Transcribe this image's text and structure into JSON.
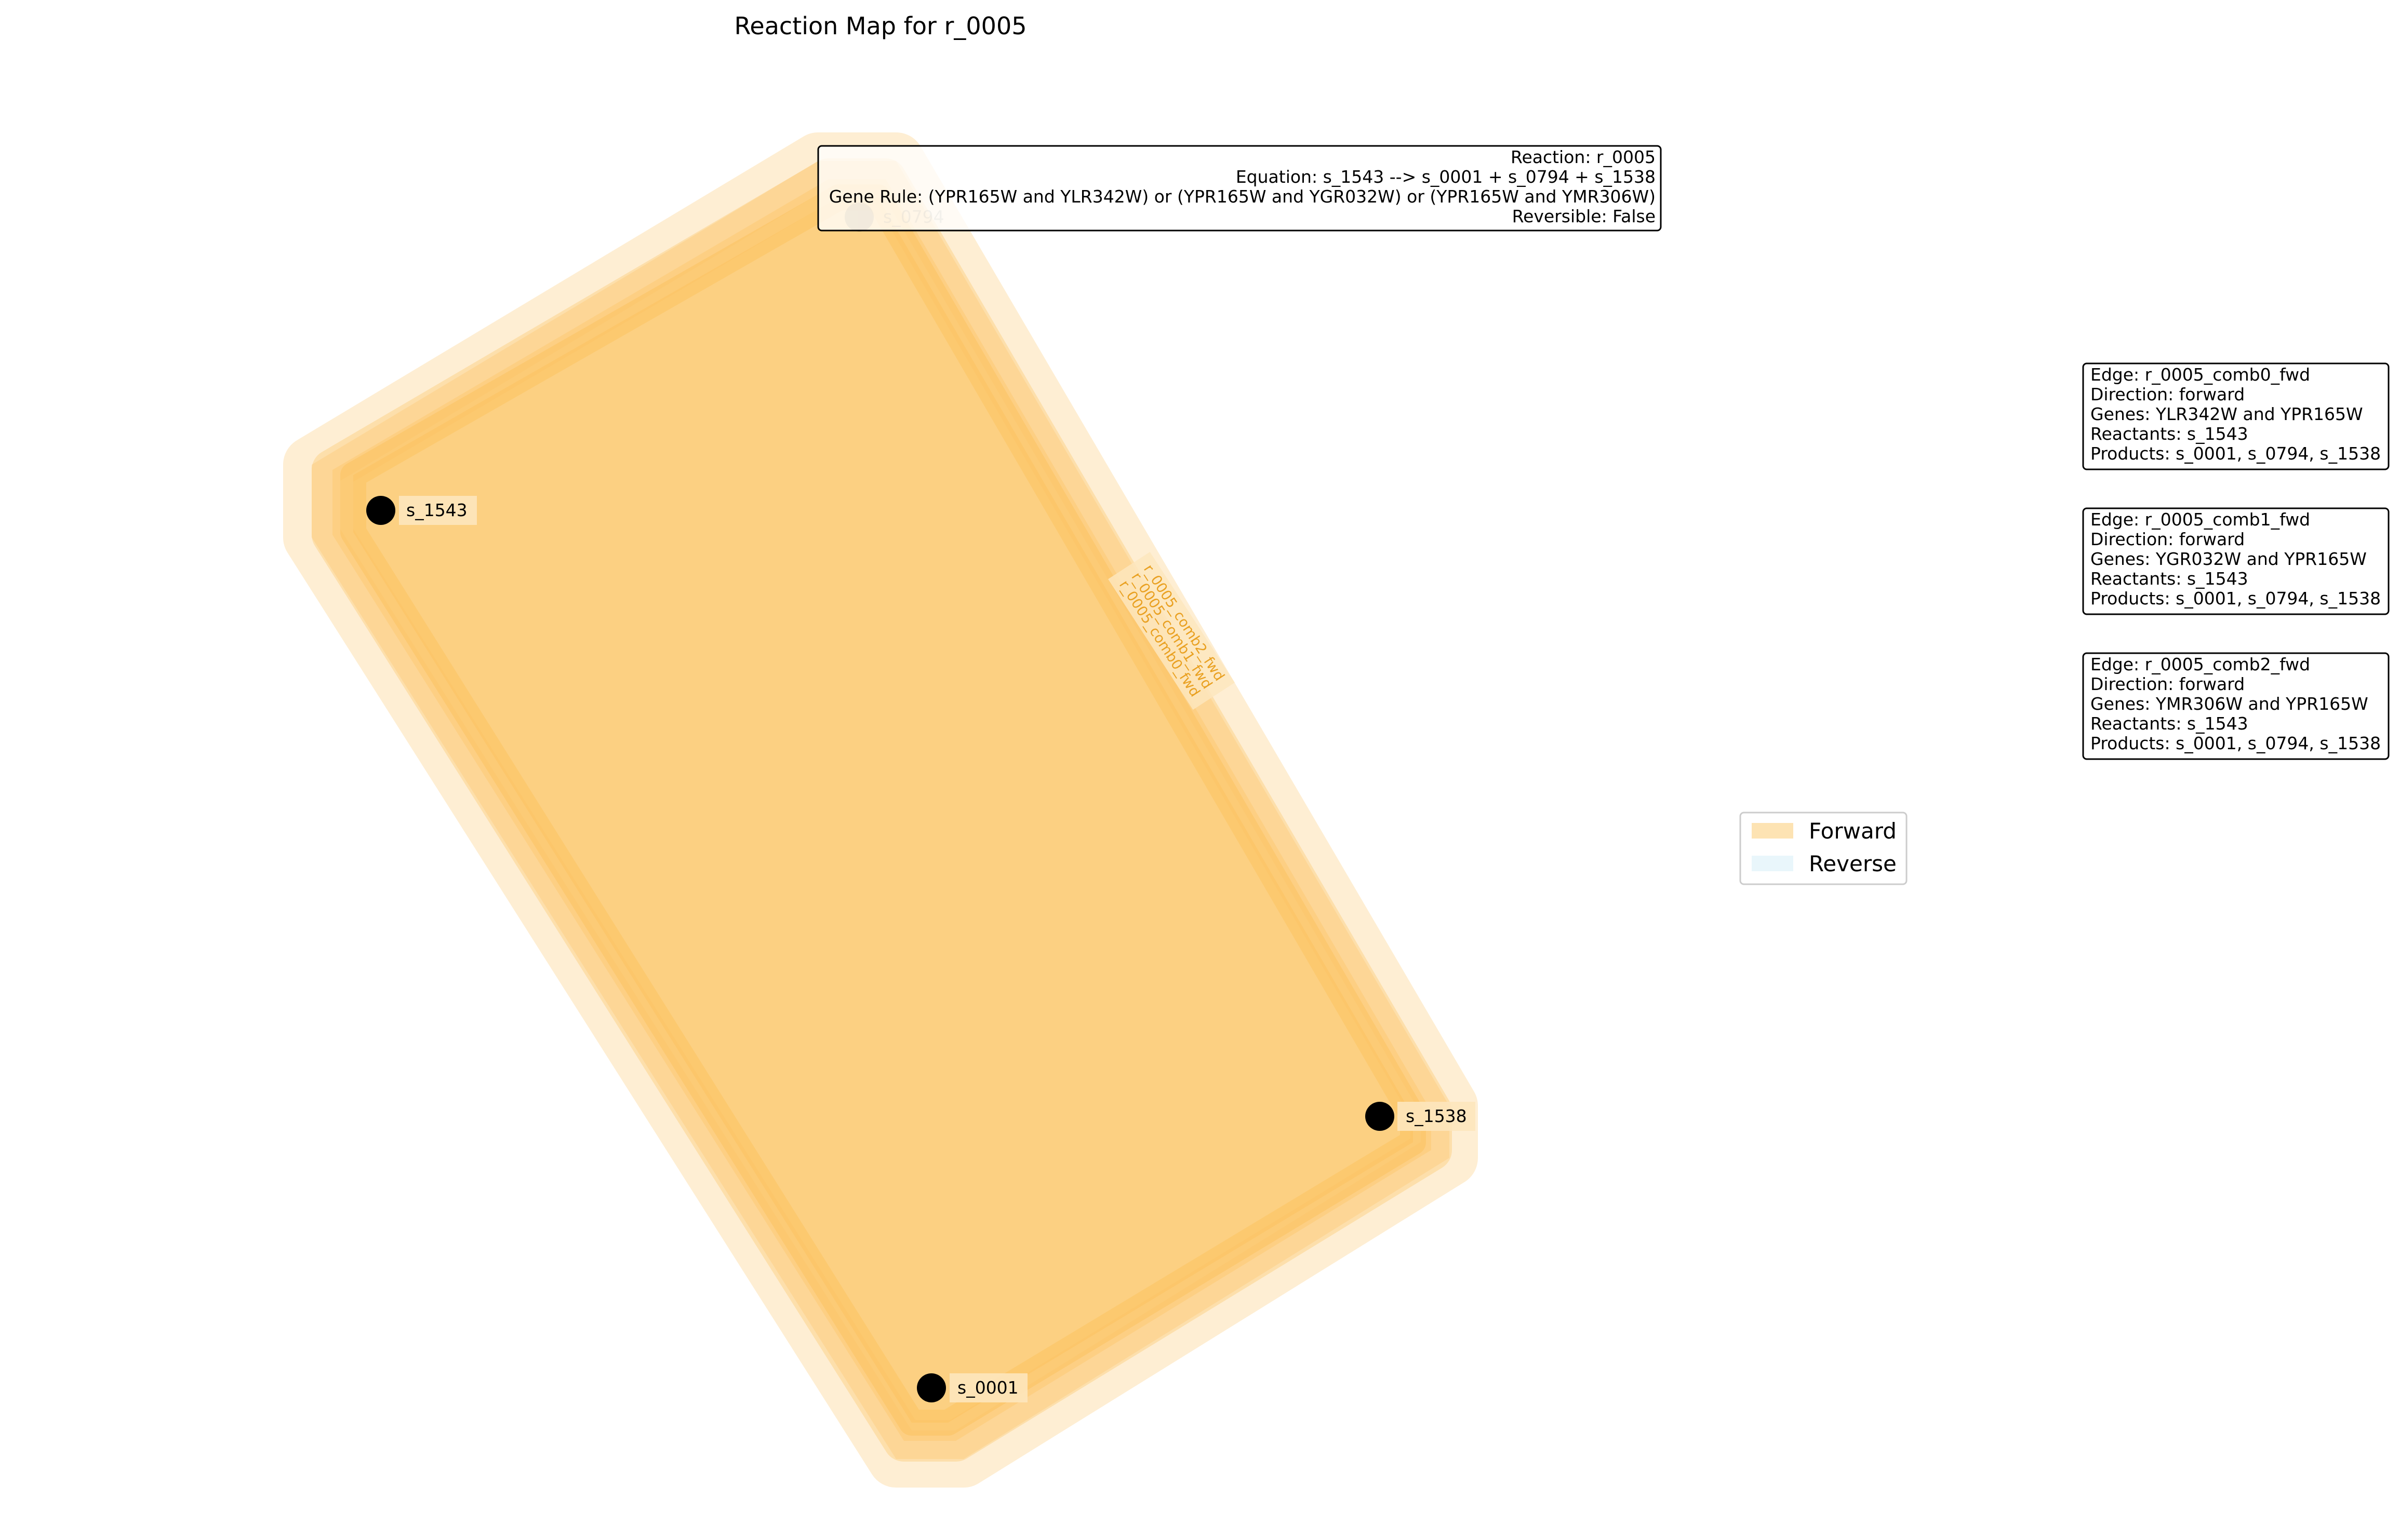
{
  "title": "Reaction Map for r_0005",
  "reaction_box": {
    "lines": [
      "Reaction: r_0005",
      "Equation: s_1543 --> s_0001 + s_0794 + s_1538",
      "Gene Rule: (YPR165W and YLR342W) or (YPR165W and YGR032W) or (YPR165W and YMR306W)",
      "Reversible: False"
    ]
  },
  "nodes": [
    {
      "id": "s_0794",
      "label": "s_0794"
    },
    {
      "id": "s_1543",
      "label": "s_1543"
    },
    {
      "id": "s_1538",
      "label": "s_1538"
    },
    {
      "id": "s_0001",
      "label": "s_0001"
    }
  ],
  "hyperedges": [
    {
      "id": "r_0005_comb0_fwd",
      "direction": "forward"
    },
    {
      "id": "r_0005_comb1_fwd",
      "direction": "forward"
    },
    {
      "id": "r_0005_comb2_fwd",
      "direction": "forward"
    }
  ],
  "edge_labels": [
    "r_0005_comb2_fwd",
    "r_0005_comb1_fwd",
    "r_0005_comb0_fwd"
  ],
  "edge_boxes": [
    {
      "lines": [
        "Edge: r_0005_comb0_fwd",
        "Direction: forward",
        "Genes: YLR342W and YPR165W",
        "Reactants: s_1543",
        "Products: s_0001, s_0794, s_1538"
      ]
    },
    {
      "lines": [
        "Edge: r_0005_comb1_fwd",
        "Direction: forward",
        "Genes: YGR032W and YPR165W",
        "Reactants: s_1543",
        "Products: s_0001, s_0794, s_1538"
      ]
    },
    {
      "lines": [
        "Edge: r_0005_comb2_fwd",
        "Direction: forward",
        "Genes: YMR306W and YPR165W",
        "Reactants: s_1543",
        "Products: s_0001, s_0794, s_1538"
      ]
    }
  ],
  "legend": {
    "items": [
      {
        "label": "Forward",
        "color": "#fde3b3"
      },
      {
        "label": "Reverse",
        "color": "#e9f6fb"
      }
    ]
  },
  "colors": {
    "forward_fill": "#fcc261",
    "forward_label": "#e9a020",
    "node": "#000000"
  }
}
